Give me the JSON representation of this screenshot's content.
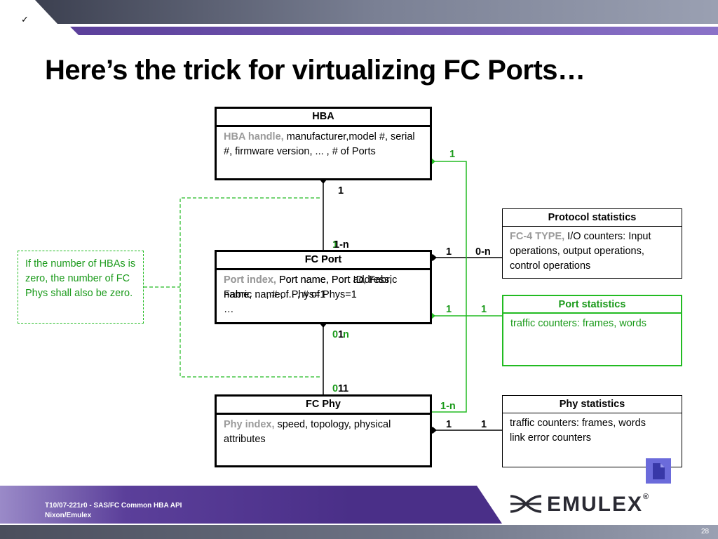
{
  "slide": {
    "check_mark": "✓",
    "title": "Here’s the trick for virtualizing FC Ports…",
    "page_number": "28",
    "footer": {
      "line1": "T10/07-221r0 - SAS/FC Common HBA API",
      "line2": "Nixon/Emulex"
    },
    "logo": "EMULEX",
    "logo_mark": "®"
  },
  "diagram": {
    "hba": {
      "header": "HBA",
      "key": "HBA handle,",
      "text": " manufacturer,model #, serial #, firmware version, ... , # of Ports"
    },
    "fc_port": {
      "header_back": "FC Port",
      "header": "FC Port",
      "key_back": "Port index,",
      "text_back": " Port name, Port address, Fabric name, ... , # of Phys=1",
      "key": "Port index,",
      "text": " Port name, Port ID, Fabric name, ... , # of Phys=1",
      "ellipsis": "…"
    },
    "fc_phy": {
      "header": "FC Phy",
      "key": "Phy index,",
      "text": " speed, topology, physical attributes"
    },
    "protocol_statistics": {
      "header": "Protocol statistics",
      "key": "FC-4 TYPE,",
      "text": " I/O counters: Input operations, output operations, control operations"
    },
    "port_statistics": {
      "header": "Port statistics",
      "text": "traffic counters: frames, words"
    },
    "phy_statistics": {
      "header": "Phy statistics",
      "line1": "traffic counters: frames, words",
      "line2": "link error counters"
    },
    "note": "If the number of HBAs is zero, the number of FC Phys shall also be zero.",
    "multiplicities": {
      "hba_top_green": "1",
      "hba_port_1": "1",
      "port_top_green": "1",
      "port_top_black": "1-n",
      "proto_left": "1",
      "proto_right": "0-n",
      "portstat_left": "1",
      "portstat_right": "1",
      "port_bottom_green": "0",
      "port_bottom_black": "1",
      "port_bottom_n": "n",
      "phy_top_green": "0",
      "phy_top_black": "1",
      "phy_top_black2": "1",
      "phy_green_1n": "1-n",
      "physt_left": "1",
      "physt_right": "1"
    },
    "colors": {
      "line_green": "#22bb22",
      "label_gray": "#9a9a9a",
      "footer_purple": "#5b3f9a",
      "top_bar_gray": "#6f7589"
    }
  }
}
